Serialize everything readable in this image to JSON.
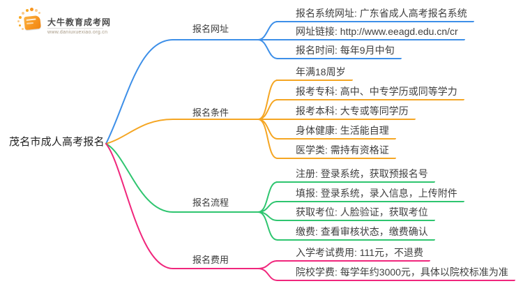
{
  "logo": {
    "title": "大牛教育成考网",
    "url": "www.daniuxuexiao.org.cn",
    "accent": "#F7941E"
  },
  "root": {
    "label": "茂名市成人高考报名"
  },
  "branches": [
    {
      "label": "报名网址",
      "color": "#3D8FE8",
      "children": [
        "报名系统网址: 广东省成人高考报名系统",
        "网址链接: http://www.eeagd.edu.cn/cr",
        "报名时间: 每年9月中旬"
      ]
    },
    {
      "label": "报名条件",
      "color": "#F5A623",
      "children": [
        "年满18周岁",
        "报考专科: 高中、中专学历或同等学力",
        "报考本科: 大专或等同学历",
        "身体健康: 生活能自理",
        "医学类: 需持有资格证"
      ]
    },
    {
      "label": "报名流程",
      "color": "#2EC56F",
      "children": [
        "注册: 登录系统，获取预报名号",
        "填报: 登录系统，录入信息，上传附件",
        "获取考位: 人脸验证，获取考位",
        "缴费: 查看审核状态，缴费确认"
      ]
    },
    {
      "label": "报名费用",
      "color": "#F0267C",
      "children": [
        "入学考试费用: 111元，不退费",
        "院校学费: 每学年约3000元，具体以院校标准为准"
      ]
    }
  ]
}
